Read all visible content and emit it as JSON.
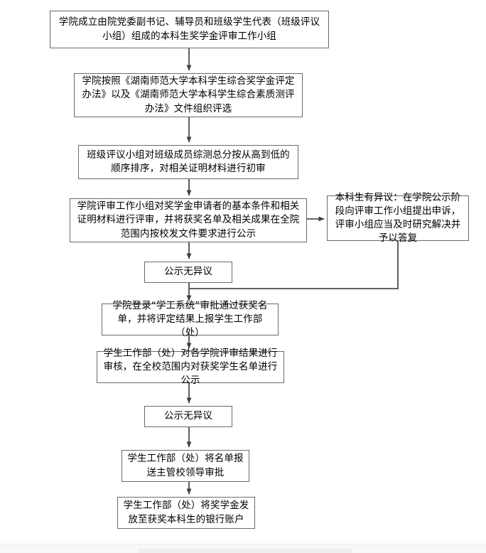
{
  "diagram": {
    "title": "本科生奖学金评审流程图",
    "orientation": "top-to-bottom",
    "line_color": "#4d4d4d",
    "box_border_color": "#6b6b6b",
    "background_color": "#ffffff",
    "text_color": "#000000"
  },
  "nodes": {
    "committee": {
      "id": "committee",
      "text": "学院成立由院党委副书记、辅导员和班级学生代表（班级评议小组）组成的本科生奖学金评审工作小组"
    },
    "policy": {
      "id": "policy",
      "text": "学院按照《湖南师范大学本科学生综合奖学金评定办法》以及《湖南师范大学本科学生综合素质测评办法》文件组织评选"
    },
    "class_review": {
      "id": "class_review",
      "text": "班级评议小组对班级成员综测总分按从高到低的顺序排序，对相关证明材料进行初审"
    },
    "college_review": {
      "id": "college_review",
      "text": "学院评审工作小组对奖学金申请者的基本条件和相关证明材料进行评审，并将获奖名单及相关成果在全院范围内按校发文件要求进行公示"
    },
    "objection": {
      "id": "objection",
      "text": "本科生有异议：在学院公示阶段向评审工作小组提出申诉，评审小组应当及时研究解决并予以答复"
    },
    "no_objection_1": {
      "id": "no_objection_1",
      "text": "公示无异议"
    },
    "system_approve": {
      "id": "system_approve",
      "text": "学院登录“学工系统”审批通过获奖名单，并将评定结果上报学生工作部（处）"
    },
    "dept_review": {
      "id": "dept_review",
      "text": "学生工作部（处）对各学院评审结果进行审核，在全校范围内对获奖学生名单进行公示"
    },
    "no_objection_2": {
      "id": "no_objection_2",
      "text": "公示无异议"
    },
    "leader_approve": {
      "id": "leader_approve",
      "text": "学生工作部（处）将名单报送主管校领导审批"
    },
    "disburse": {
      "id": "disburse",
      "text": "学生工作部（处）将奖学金发放至获奖本科生的银行账户"
    }
  },
  "edges": [
    {
      "from": "committee",
      "to": "policy",
      "type": "arrow-down"
    },
    {
      "from": "policy",
      "to": "class_review",
      "type": "arrow-down"
    },
    {
      "from": "class_review",
      "to": "college_review",
      "type": "arrow-down"
    },
    {
      "from": "college_review",
      "to": "objection",
      "type": "arrow-right"
    },
    {
      "from": "college_review",
      "to": "no_objection_1",
      "type": "arrow-down"
    },
    {
      "from": "objection",
      "to": "no_objection_1",
      "type": "elbow-down-left-merge"
    },
    {
      "from": "no_objection_1",
      "to": "system_approve",
      "type": "arrow-down"
    },
    {
      "from": "system_approve",
      "to": "dept_review",
      "type": "arrow-down"
    },
    {
      "from": "dept_review",
      "to": "no_objection_2",
      "type": "arrow-down"
    },
    {
      "from": "no_objection_2",
      "to": "leader_approve",
      "type": "arrow-down"
    },
    {
      "from": "leader_approve",
      "to": "disburse",
      "type": "arrow-down"
    }
  ]
}
